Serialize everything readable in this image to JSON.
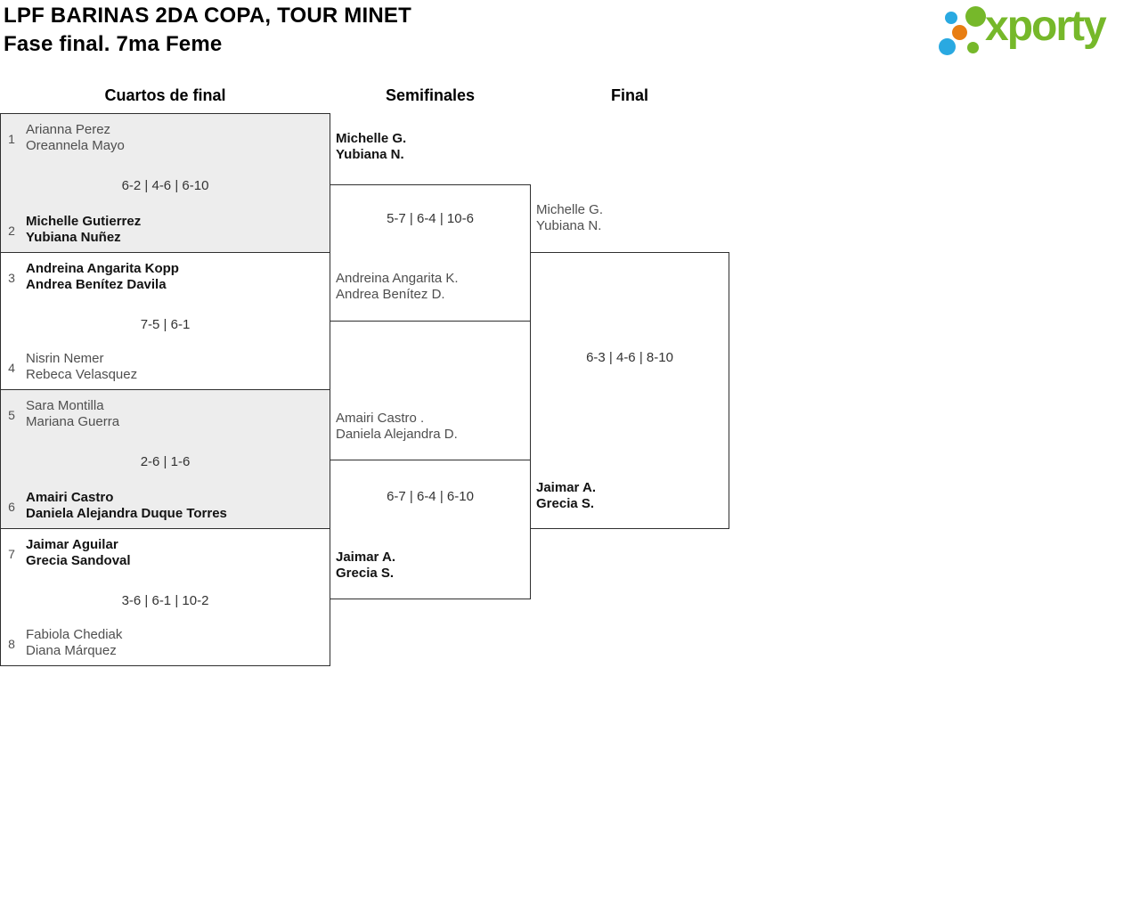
{
  "page": {
    "title_line1": "LPF BARINAS 2DA COPA, TOUR MINET",
    "title_line2": "Fase final. 7ma Feme"
  },
  "logo": {
    "wordmark": "xporty",
    "brand_green": "#76b82a",
    "brand_blue": "#29a9e1",
    "brand_orange": "#e87e12"
  },
  "columns": {
    "quarterfinals": "Cuartos de final",
    "semifinals": "Semifinales",
    "final": "Final"
  },
  "quarterfinals": [
    {
      "seed_top": "1",
      "team_top": "Arianna Perez\nOreannela Mayo",
      "score": "6-2 | 4-6 | 6-10",
      "seed_bottom": "2",
      "team_bottom": "Michelle Gutierrez\nYubiana Nuñez",
      "winner": "bottom"
    },
    {
      "seed_top": "3",
      "team_top": "Andreina Angarita Kopp\nAndrea Benítez Davila",
      "score": "7-5 | 6-1",
      "seed_bottom": "4",
      "team_bottom": "Nisrin Nemer\nRebeca Velasquez",
      "winner": "top"
    },
    {
      "seed_top": "5",
      "team_top": "Sara Montilla\nMariana Guerra",
      "score": "2-6 | 1-6",
      "seed_bottom": "6",
      "team_bottom": "Amairi Castro\nDaniela Alejandra Duque Torres",
      "winner": "bottom"
    },
    {
      "seed_top": "7",
      "team_top": "Jaimar Aguilar\nGrecia Sandoval",
      "score": "3-6 | 6-1 | 10-2",
      "seed_bottom": "8",
      "team_bottom": "Fabiola Chediak\nDiana Márquez",
      "winner": "top"
    }
  ],
  "semifinals": [
    {
      "team_top": "Michelle G.\nYubiana N.",
      "score": "5-7 | 6-4 | 10-6",
      "team_bottom": "Andreina Angarita K.\nAndrea Benítez D.",
      "winner": "top"
    },
    {
      "team_top": "Amairi Castro .\nDaniela Alejandra D.",
      "score": "6-7 | 6-4 | 6-10",
      "team_bottom": "Jaimar A.\nGrecia S.",
      "winner": "bottom"
    }
  ],
  "final": {
    "team_top": "Michelle G.\nYubiana N.",
    "score": "6-3 | 4-6 | 8-10",
    "team_bottom": "Jaimar A.\nGrecia S.",
    "winner": "bottom"
  }
}
